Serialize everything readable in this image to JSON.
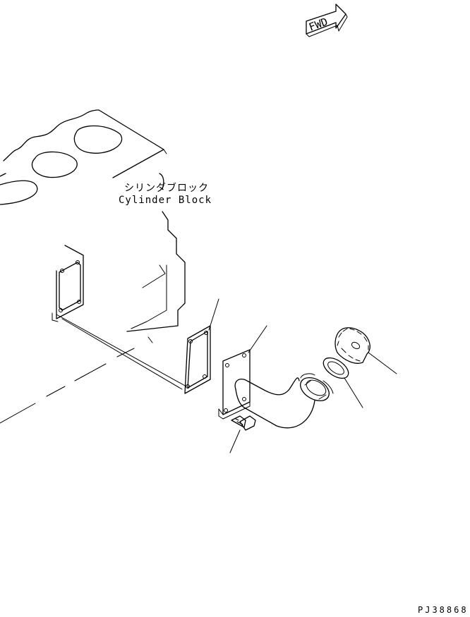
{
  "fwd_label": "FWD",
  "cylinder_block": {
    "label_jp": "シリンダブロック",
    "label_en": "Cylinder Block"
  },
  "drawing_code": "PJ38868"
}
